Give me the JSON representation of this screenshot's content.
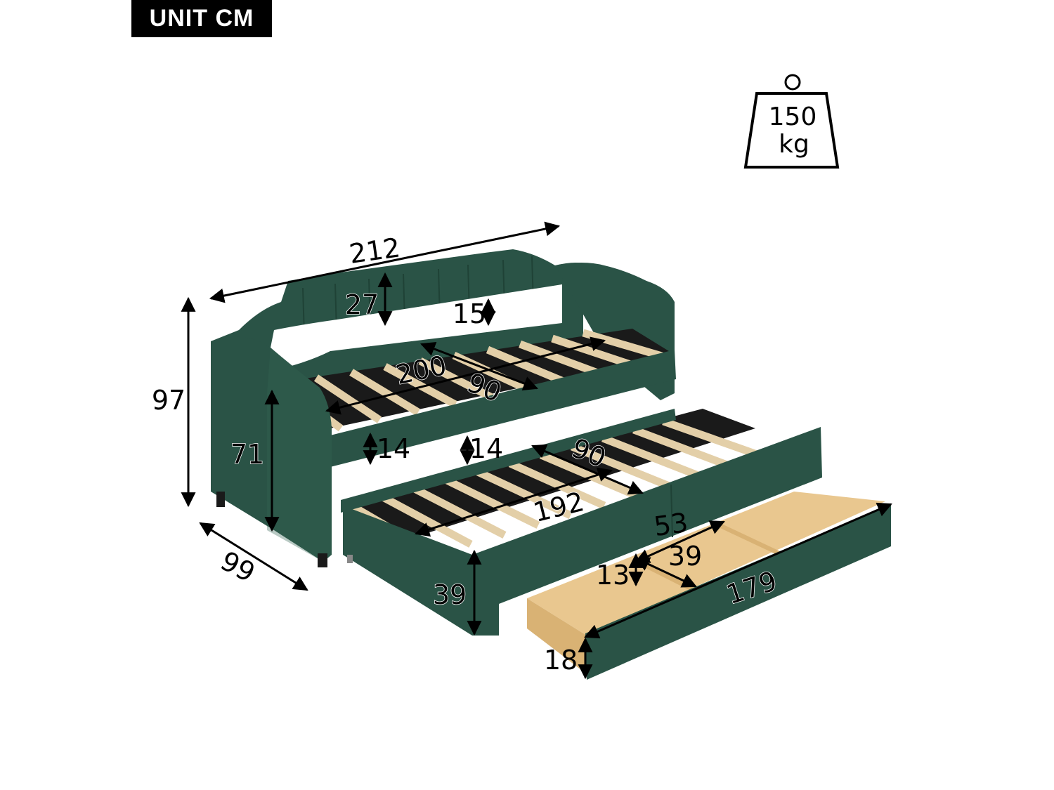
{
  "unit_badge": {
    "label": "UNIT CM"
  },
  "weight_capacity": {
    "value": "150",
    "unit": "kg",
    "icon": "weight-icon"
  },
  "colors": {
    "upholstery": "#2a5346",
    "upholstery_dark": "#1f4236",
    "upholstery_light": "#356354",
    "slat": "#e3cfa8",
    "drawer_wood": "#e9c78f",
    "drawer_wood_dark": "#d9b274",
    "support": "#1a1a1a",
    "badge_bg": "#000000",
    "badge_text": "#ffffff"
  },
  "dimensions": {
    "overall_length": "212",
    "overall_height": "97",
    "overall_depth": "99",
    "backrest_height": "27",
    "backrest_to_frame": "15",
    "armrest_height": "71",
    "mattress_length": "200",
    "mattress_width": "90",
    "main_rail_height": "14",
    "trundle_rail_height": "14",
    "trundle_mattress_width": "90",
    "trundle_mattress_length": "192",
    "trundle_height": "39",
    "drawer_compartment_width": "53",
    "drawer_depth": "39",
    "drawer_inner_height": "13",
    "drawer_length": "179",
    "drawer_height": "18"
  }
}
